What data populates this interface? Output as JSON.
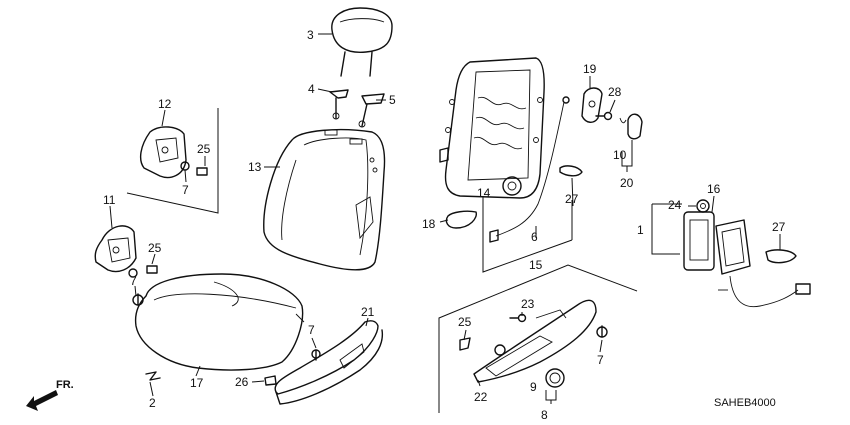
{
  "diagram_code": "SAHEB4000",
  "front_marker": "FR.",
  "callouts": {
    "c1": "1",
    "c2": "2",
    "c3": "3",
    "c4": "4",
    "c5": "5",
    "c6": "6",
    "c7a": "7",
    "c7b": "7",
    "c7c": "7",
    "c7d": "7",
    "c8": "8",
    "c9": "9",
    "c10": "10",
    "c11": "11",
    "c12": "12",
    "c13": "13",
    "c14": "14",
    "c15": "15",
    "c16": "16",
    "c17": "17",
    "c18": "18",
    "c19": "19",
    "c20": "20",
    "c21": "21",
    "c22": "22",
    "c23": "23",
    "c24": "24",
    "c25a": "25",
    "c25b": "25",
    "c25c": "25",
    "c26": "26",
    "c27a": "27",
    "c27b": "27",
    "c28": "28"
  }
}
